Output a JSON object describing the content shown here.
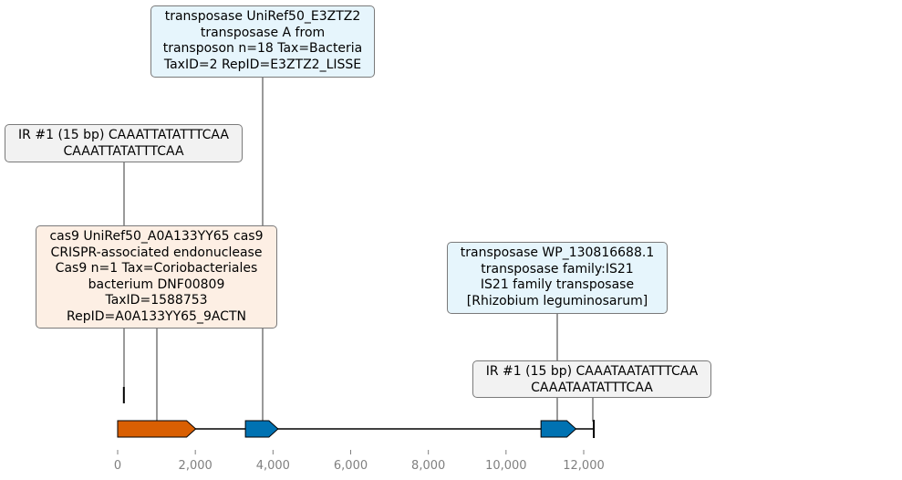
{
  "axis": {
    "ticks": [
      "0",
      "2,000",
      "4,000",
      "6,000",
      "8,000",
      "10,000",
      "12,000"
    ],
    "tick_values": [
      0,
      2000,
      4000,
      6000,
      8000,
      10000,
      12000
    ]
  },
  "features": [
    {
      "id": "cas9",
      "start": 0,
      "end": 2010,
      "strand": 1,
      "color": "#d95f02"
    },
    {
      "id": "transposase-1",
      "start": 3290,
      "end": 4130,
      "strand": 1,
      "color": "#0072b2"
    },
    {
      "id": "transposase-2",
      "start": 10900,
      "end": 11800,
      "strand": 1,
      "color": "#0072b2"
    }
  ],
  "ir_marks": [
    {
      "id": "ir-left",
      "position": 160
    },
    {
      "id": "ir-right",
      "position": 12260
    }
  ],
  "labels": {
    "ir_left": "IR #1 (15 bp) CAAATTATATTTCAA\nCAAATTATATTTCAA",
    "transposase_e3ztz2": "transposase UniRef50_E3ZTZ2\ntransposase A from\ntransposon n=18 Tax=Bacteria\nTaxID=2 RepID=E3ZTZ2_LISSE",
    "cas9": "cas9 UniRef50_A0A133YY65 cas9\nCRISPR-associated endonuclease\nCas9 n=1 Tax=Coriobacteriales\nbacterium DNF00809\nTaxID=1588753\nRepID=A0A133YY65_9ACTN",
    "transposase_wp": "transposase WP_130816688.1\ntransposase family:IS21\nIS21 family transposase\n[Rhizobium leguminosarum]",
    "ir_right": "IR #1 (15 bp) CAAATAATATTTCAA\nCAAATAATATTTCAA"
  },
  "colors": {
    "cas9": "#d95f02",
    "transposase": "#0072b2",
    "ir_box": "#f2f2f2",
    "transposase_box": "#e6f5fc",
    "cas9_box": "#fdefe4"
  }
}
